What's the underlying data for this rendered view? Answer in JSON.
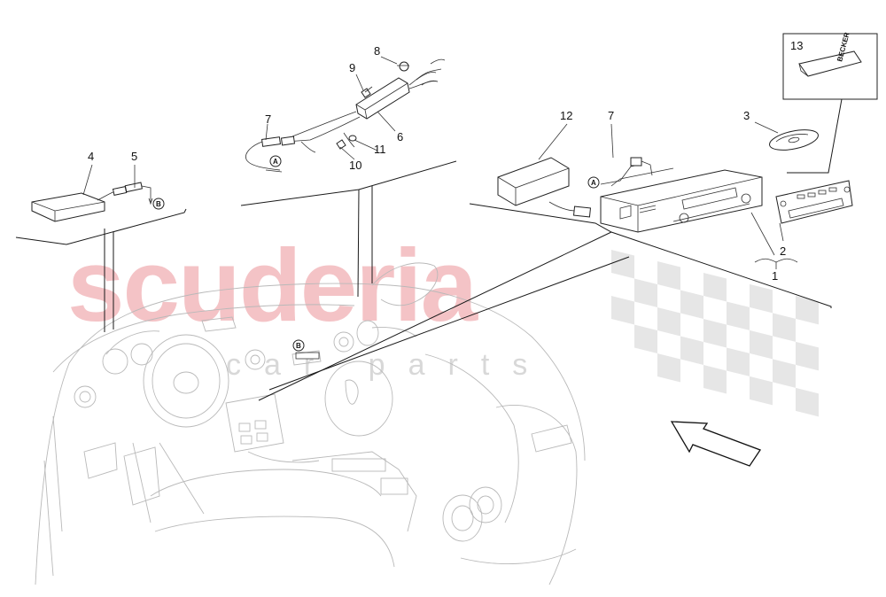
{
  "watermark": {
    "brand": "scuderia",
    "subtitle": "car parts",
    "colors": {
      "brand": "#f4c3c6",
      "subtitle": "#d8d8d8",
      "checker": "#e6e6e6"
    }
  },
  "callouts": {
    "c1": "1",
    "c2": "2",
    "c3": "3",
    "c4": "4",
    "c5": "5",
    "c6": "6",
    "c7a": "7",
    "c7b": "7",
    "c8": "8",
    "c9": "9",
    "c10": "10",
    "c11": "11",
    "c12": "12",
    "c13": "13"
  },
  "connectors": {
    "a_left": "A",
    "a_right": "A",
    "b_left": "B",
    "b_dash": "B"
  },
  "icons": {
    "direction": "direction-arrow-icon",
    "disc": "cd-disc-icon",
    "manual": "manual-booklet-icon"
  },
  "manual_brand": "BECKER"
}
